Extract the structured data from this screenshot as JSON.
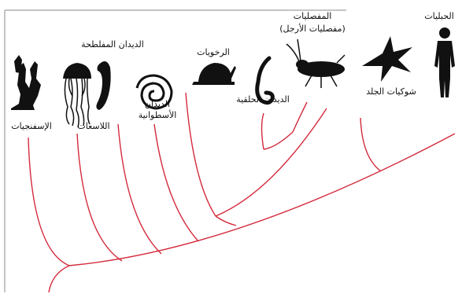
{
  "colors": {
    "branch": "#d42a3c",
    "silhouette": "#111111",
    "frame": "#8a8a8a",
    "background": "#ffffff"
  },
  "taxa": [
    {
      "id": "sponges",
      "label": "الإسفنجيات",
      "icon": "sponge-icon"
    },
    {
      "id": "cnidarians",
      "label": "اللاسعات",
      "icon": "jellyfish-icon"
    },
    {
      "id": "flatworms",
      "label": "الديدان المفلطحة",
      "icon": "flatworm-icon"
    },
    {
      "id": "roundworms",
      "label_line1": "الديدان",
      "label_line2": "الأسطوانية",
      "icon": "roundworm-icon"
    },
    {
      "id": "mollusks",
      "label": "الرخويات",
      "icon": "snail-icon"
    },
    {
      "id": "annelids",
      "label": "الديدان الحلقية",
      "icon": "segmented-worm-icon"
    },
    {
      "id": "arthropods",
      "label_line1": "المفصليات",
      "label_line2": "(مفصليات الأرجل)",
      "icon": "insect-icon"
    },
    {
      "id": "echinoderms",
      "label": "شوكيات الجلد",
      "icon": "starfish-icon"
    },
    {
      "id": "chordates",
      "label": "الحبليات",
      "icon": "human-icon"
    }
  ]
}
